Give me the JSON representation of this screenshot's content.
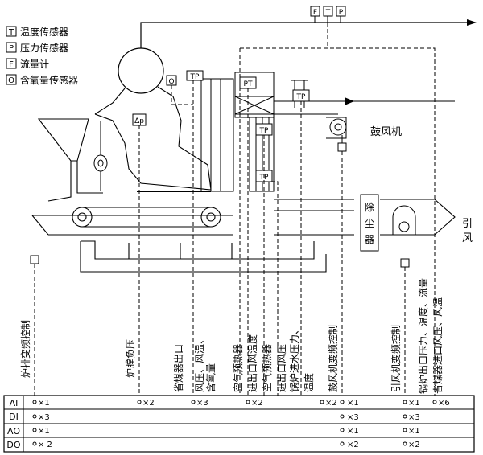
{
  "legend": [
    {
      "symbol": "T",
      "text": "温度传感器"
    },
    {
      "symbol": "P",
      "text": "压力传感器"
    },
    {
      "symbol": "F",
      "text": "流量计"
    },
    {
      "symbol": "O",
      "text": "含氧量传感器"
    }
  ],
  "equipment": {
    "blower": "鼓风机",
    "dust": [
      "除",
      "尘",
      "器"
    ],
    "induced": [
      "引",
      "风"
    ]
  },
  "sensor_tags": {
    "top_f": "F",
    "top_t": "T",
    "top_p": "P",
    "o": "O",
    "tp1": "TP",
    "pt": "PT",
    "tp2": "TP",
    "tp3": "TP",
    "tp4": "TP",
    "dp": "Δp"
  },
  "labels": [
    {
      "id": "grate",
      "lines": [
        "炉排变频控制"
      ]
    },
    {
      "id": "furnace",
      "lines": [
        "炉膛负压"
      ]
    },
    {
      "id": "econ-out",
      "lines": [
        "省煤器出口",
        "风压、风温、",
        "含氧量"
      ]
    },
    {
      "id": "airheater",
      "lines": [
        "空气预热器",
        "进出口风温度",
        "空气预热器",
        "进出口风压"
      ]
    },
    {
      "id": "feedwater",
      "lines": [
        "锅炉进水压力、",
        "温度"
      ]
    },
    {
      "id": "blower-ctrl",
      "lines": [
        "鼓风机变频控制"
      ]
    },
    {
      "id": "induced-ctrl",
      "lines": [
        "引风机变频控制"
      ]
    },
    {
      "id": "boiler-out",
      "lines": [
        "锅炉出口压力、温度、流量",
        "省煤器进口风压、风温"
      ]
    }
  ],
  "io_rows": [
    "AI",
    "DI",
    "AO",
    "DO"
  ],
  "io_counts": {
    "ai": [
      "×1",
      "×2",
      "×3",
      "×2",
      "×2",
      "×1",
      "×1",
      "×6"
    ],
    "di": [
      "×3",
      "×3",
      "×3"
    ],
    "ao": [
      "×1",
      "×1",
      "×1"
    ],
    "do": [
      "× 2",
      "×2",
      "×2"
    ]
  }
}
